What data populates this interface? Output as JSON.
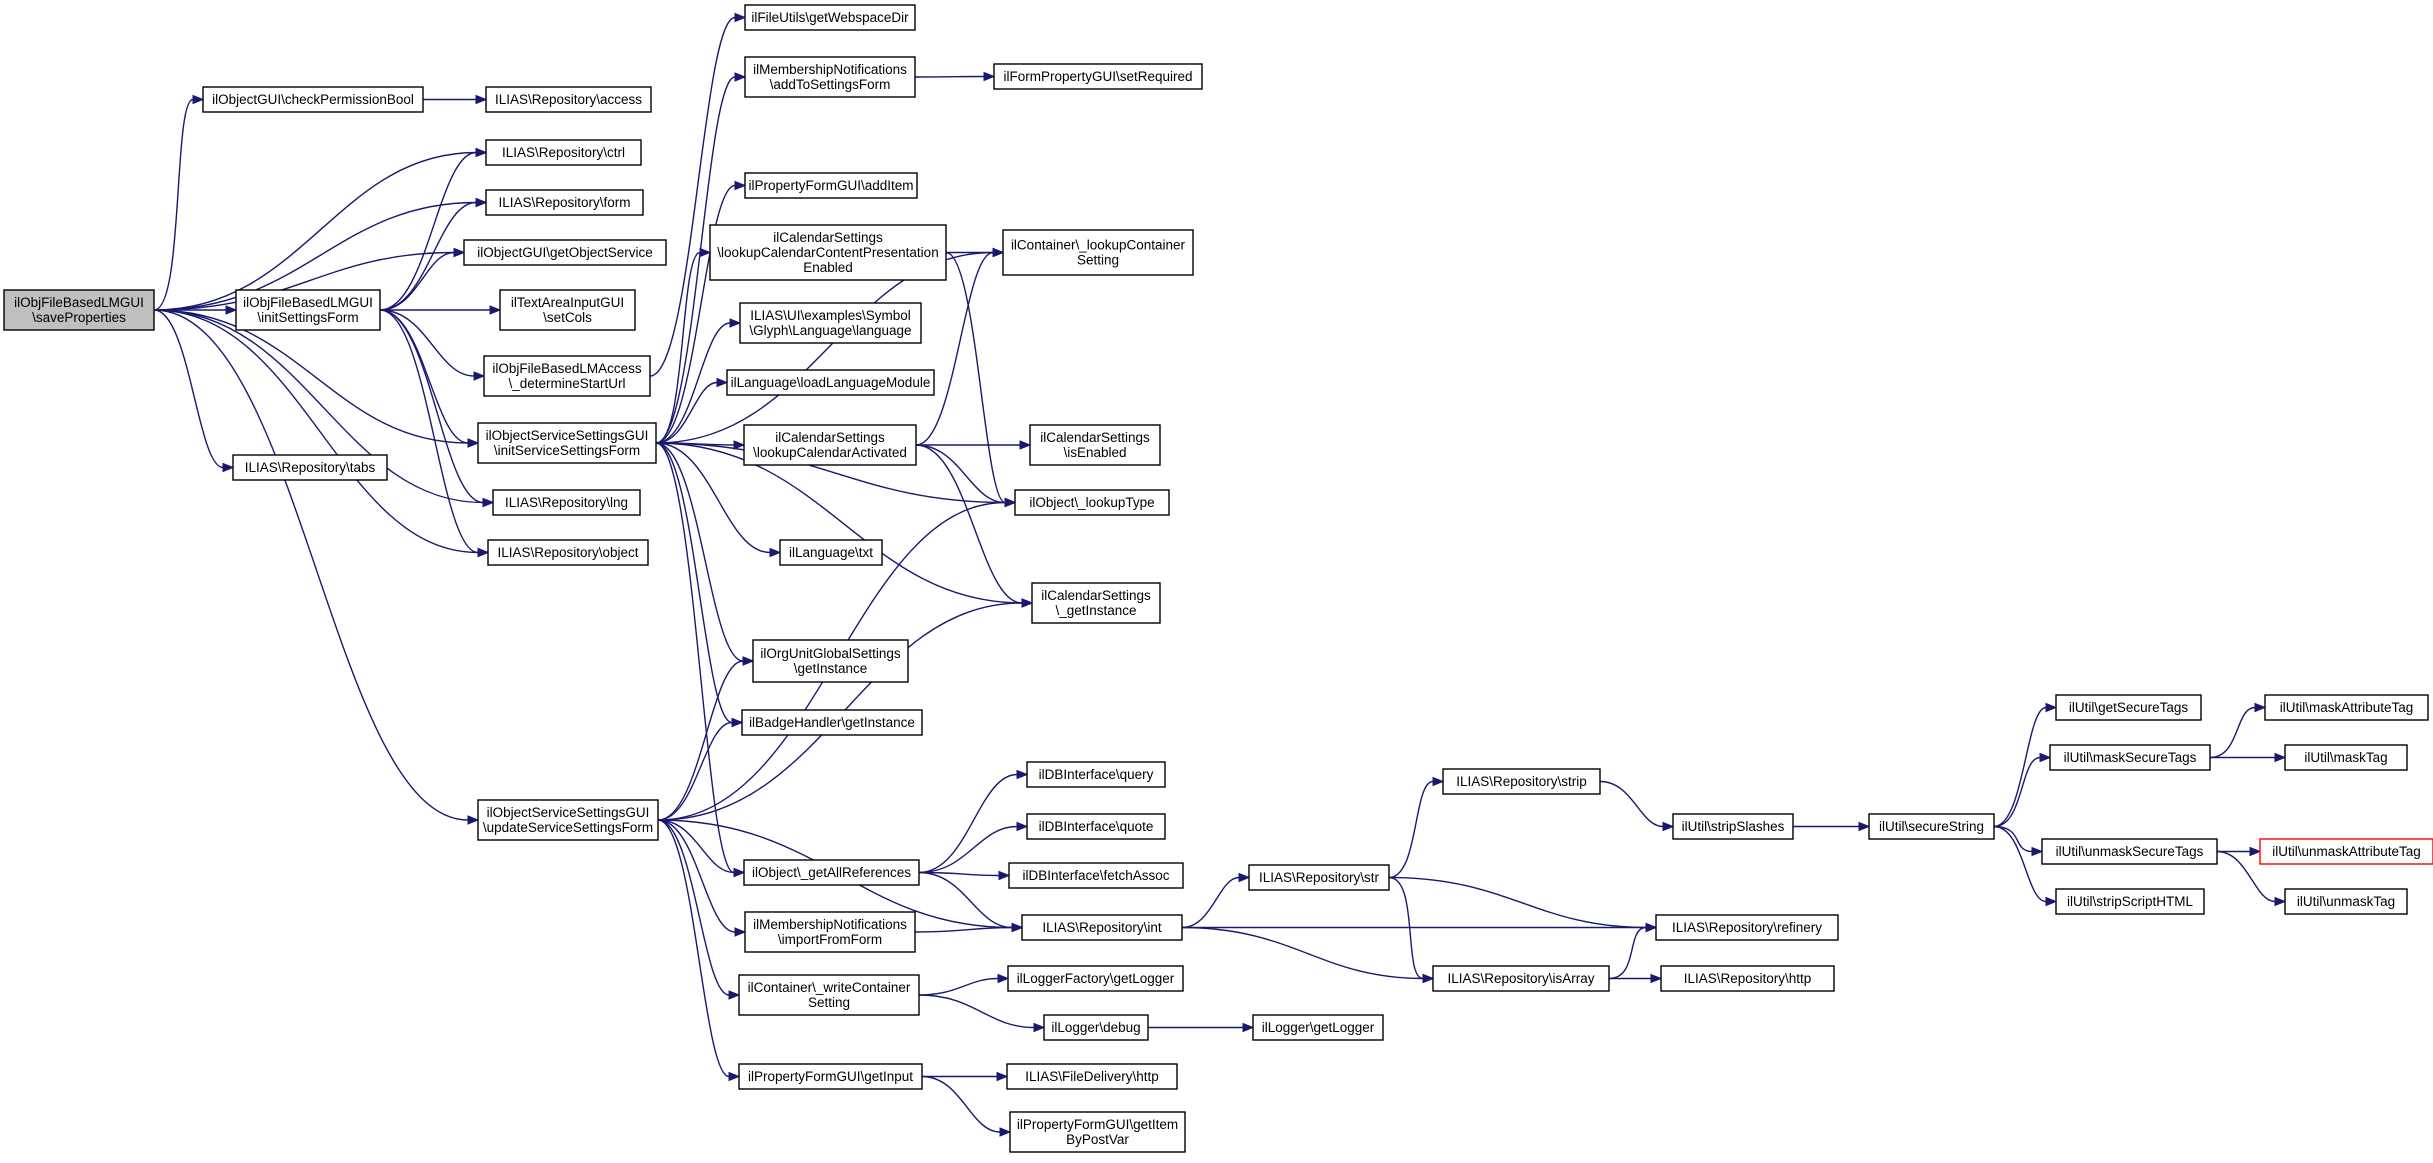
{
  "diagram": {
    "type": "call-graph",
    "colors": {
      "edge": "#191970",
      "root_fill": "#bfbfbf",
      "node_fill": "#ffffff",
      "node_border": "#000000",
      "truncated_border": "#ff0000"
    },
    "nodes": [
      {
        "id": "root",
        "lines": [
          "ilObjFileBasedLMGUI",
          "\\saveProperties"
        ],
        "style": "root"
      },
      {
        "id": "checkPerm",
        "lines": [
          "ilObjectGUI\\checkPermissionBool"
        ]
      },
      {
        "id": "repoAccess",
        "lines": [
          "ILIAS\\Repository\\access"
        ]
      },
      {
        "id": "repoCtrl",
        "lines": [
          "ILIAS\\Repository\\ctrl"
        ]
      },
      {
        "id": "repoForm",
        "lines": [
          "ILIAS\\Repository\\form"
        ]
      },
      {
        "id": "getObjSvc",
        "lines": [
          "ilObjectGUI\\getObjectService"
        ]
      },
      {
        "id": "initSettings",
        "lines": [
          "ilObjFileBasedLMGUI",
          "\\initSettingsForm"
        ]
      },
      {
        "id": "setCols",
        "lines": [
          "ilTextAreaInputGUI",
          "\\setCols"
        ]
      },
      {
        "id": "detStart",
        "lines": [
          "ilObjFileBasedLMAccess",
          "\\_determineStartUrl"
        ]
      },
      {
        "id": "repoTabs",
        "lines": [
          "ILIAS\\Repository\\tabs"
        ]
      },
      {
        "id": "initSvc",
        "lines": [
          "ilObjectServiceSettingsGUI",
          "\\initServiceSettingsForm"
        ]
      },
      {
        "id": "repoLng",
        "lines": [
          "ILIAS\\Repository\\lng"
        ]
      },
      {
        "id": "repoObject",
        "lines": [
          "ILIAS\\Repository\\object"
        ]
      },
      {
        "id": "updSvc",
        "lines": [
          "ilObjectServiceSettingsGUI",
          "\\updateServiceSettingsForm"
        ]
      },
      {
        "id": "getWebDir",
        "lines": [
          "ilFileUtils\\getWebspaceDir"
        ]
      },
      {
        "id": "memAdd",
        "lines": [
          "ilMembershipNotifications",
          "\\addToSettingsForm"
        ]
      },
      {
        "id": "setReq",
        "lines": [
          "ilFormPropertyGUI\\setRequired"
        ]
      },
      {
        "id": "addItem",
        "lines": [
          "ilPropertyFormGUI\\addItem"
        ]
      },
      {
        "id": "calLookupCont",
        "lines": [
          "ilCalendarSettings",
          "\\lookupCalendarContentPresentation",
          "Enabled"
        ]
      },
      {
        "id": "contLookup",
        "lines": [
          "ilContainer\\_lookupContainer",
          "Setting"
        ]
      },
      {
        "id": "glyphLang",
        "lines": [
          "ILIAS\\UI\\examples\\Symbol",
          "\\Glyph\\Language\\language"
        ]
      },
      {
        "id": "loadLang",
        "lines": [
          "ilLanguage\\loadLanguageModule"
        ]
      },
      {
        "id": "calLookupAct",
        "lines": [
          "ilCalendarSettings",
          "\\lookupCalendarActivated"
        ]
      },
      {
        "id": "calEnabled",
        "lines": [
          "ilCalendarSettings",
          "\\isEnabled"
        ]
      },
      {
        "id": "lookupType",
        "lines": [
          "ilObject\\_lookupType"
        ]
      },
      {
        "id": "langTxt",
        "lines": [
          "ilLanguage\\txt"
        ]
      },
      {
        "id": "calGetInst",
        "lines": [
          "ilCalendarSettings",
          "\\_getInstance"
        ]
      },
      {
        "id": "orgUnit",
        "lines": [
          "ilOrgUnitGlobalSettings",
          "\\getInstance"
        ]
      },
      {
        "id": "badge",
        "lines": [
          "ilBadgeHandler\\getInstance"
        ]
      },
      {
        "id": "dbQuery",
        "lines": [
          "ilDBInterface\\query"
        ]
      },
      {
        "id": "dbQuote",
        "lines": [
          "ilDBInterface\\quote"
        ]
      },
      {
        "id": "dbFetch",
        "lines": [
          "ilDBInterface\\fetchAssoc"
        ]
      },
      {
        "id": "getAllRefs",
        "lines": [
          "ilObject\\_getAllReferences"
        ]
      },
      {
        "id": "memImport",
        "lines": [
          "ilMembershipNotifications",
          "\\importFromForm"
        ]
      },
      {
        "id": "repoInt",
        "lines": [
          "ILIAS\\Repository\\int"
        ]
      },
      {
        "id": "contWrite",
        "lines": [
          "ilContainer\\_writeContainer",
          "Setting"
        ]
      },
      {
        "id": "logFactory",
        "lines": [
          "ilLoggerFactory\\getLogger"
        ]
      },
      {
        "id": "logDebug",
        "lines": [
          "ilLogger\\debug"
        ]
      },
      {
        "id": "logGet",
        "lines": [
          "ilLogger\\getLogger"
        ]
      },
      {
        "id": "propGetInput",
        "lines": [
          "ilPropertyFormGUI\\getInput"
        ]
      },
      {
        "id": "fileHttp",
        "lines": [
          "ILIAS\\FileDelivery\\http"
        ]
      },
      {
        "id": "propGetItem",
        "lines": [
          "ilPropertyFormGUI\\getItem",
          "ByPostVar"
        ]
      },
      {
        "id": "repoStr",
        "lines": [
          "ILIAS\\Repository\\str"
        ]
      },
      {
        "id": "repoStrip",
        "lines": [
          "ILIAS\\Repository\\strip"
        ]
      },
      {
        "id": "repoIsArray",
        "lines": [
          "ILIAS\\Repository\\isArray"
        ]
      },
      {
        "id": "stripSlashes",
        "lines": [
          "ilUtil\\stripSlashes"
        ]
      },
      {
        "id": "repoRefinery",
        "lines": [
          "ILIAS\\Repository\\refinery"
        ]
      },
      {
        "id": "repoHttp",
        "lines": [
          "ILIAS\\Repository\\http"
        ]
      },
      {
        "id": "secureString",
        "lines": [
          "ilUtil\\secureString"
        ]
      },
      {
        "id": "getSecTags",
        "lines": [
          "ilUtil\\getSecureTags"
        ]
      },
      {
        "id": "maskSecTags",
        "lines": [
          "ilUtil\\maskSecureTags"
        ]
      },
      {
        "id": "unmaskSecTags",
        "lines": [
          "ilUtil\\unmaskSecureTags"
        ]
      },
      {
        "id": "stripScript",
        "lines": [
          "ilUtil\\stripScriptHTML"
        ]
      },
      {
        "id": "maskAttr",
        "lines": [
          "ilUtil\\maskAttributeTag"
        ]
      },
      {
        "id": "maskTag",
        "lines": [
          "ilUtil\\maskTag"
        ]
      },
      {
        "id": "unmaskAttr",
        "lines": [
          "ilUtil\\unmaskAttributeTag"
        ],
        "style": "red"
      },
      {
        "id": "unmaskTag",
        "lines": [
          "ilUtil\\unmaskTag"
        ]
      }
    ],
    "edges": [
      [
        "root",
        "checkPerm"
      ],
      [
        "root",
        "repoCtrl"
      ],
      [
        "root",
        "repoForm"
      ],
      [
        "root",
        "getObjSvc"
      ],
      [
        "root",
        "initSettings"
      ],
      [
        "root",
        "repoTabs"
      ],
      [
        "root",
        "initSvc"
      ],
      [
        "root",
        "repoLng"
      ],
      [
        "root",
        "repoObject"
      ],
      [
        "root",
        "updSvc"
      ],
      [
        "checkPerm",
        "repoAccess"
      ],
      [
        "initSettings",
        "repoCtrl"
      ],
      [
        "initSettings",
        "repoForm"
      ],
      [
        "initSettings",
        "getObjSvc"
      ],
      [
        "initSettings",
        "setCols"
      ],
      [
        "initSettings",
        "detStart"
      ],
      [
        "initSettings",
        "initSvc"
      ],
      [
        "initSettings",
        "repoLng"
      ],
      [
        "initSettings",
        "repoObject"
      ],
      [
        "detStart",
        "getWebDir"
      ],
      [
        "initSvc",
        "memAdd"
      ],
      [
        "initSvc",
        "contLookup"
      ],
      [
        "initSvc",
        "addItem"
      ],
      [
        "initSvc",
        "calLookupCont"
      ],
      [
        "initSvc",
        "glyphLang"
      ],
      [
        "initSvc",
        "loadLang"
      ],
      [
        "initSvc",
        "calLookupAct"
      ],
      [
        "initSvc",
        "lookupType"
      ],
      [
        "initSvc",
        "langTxt"
      ],
      [
        "initSvc",
        "calGetInst"
      ],
      [
        "initSvc",
        "orgUnit"
      ],
      [
        "initSvc",
        "badge"
      ],
      [
        "initSvc",
        "getAllRefs"
      ],
      [
        "memAdd",
        "setReq"
      ],
      [
        "calLookupCont",
        "contLookup"
      ],
      [
        "calLookupCont",
        "lookupType"
      ],
      [
        "calLookupAct",
        "contLookup"
      ],
      [
        "calLookupAct",
        "calEnabled"
      ],
      [
        "calLookupAct",
        "lookupType"
      ],
      [
        "calLookupAct",
        "calGetInst"
      ],
      [
        "updSvc",
        "orgUnit"
      ],
      [
        "updSvc",
        "badge"
      ],
      [
        "updSvc",
        "lookupType"
      ],
      [
        "updSvc",
        "calGetInst"
      ],
      [
        "updSvc",
        "getAllRefs"
      ],
      [
        "updSvc",
        "memImport"
      ],
      [
        "updSvc",
        "repoInt"
      ],
      [
        "updSvc",
        "contWrite"
      ],
      [
        "updSvc",
        "propGetInput"
      ],
      [
        "getAllRefs",
        "dbQuery"
      ],
      [
        "getAllRefs",
        "dbQuote"
      ],
      [
        "getAllRefs",
        "dbFetch"
      ],
      [
        "getAllRefs",
        "repoInt"
      ],
      [
        "memImport",
        "repoInt"
      ],
      [
        "repoInt",
        "repoStr"
      ],
      [
        "repoInt",
        "repoRefinery"
      ],
      [
        "repoInt",
        "repoIsArray"
      ],
      [
        "contWrite",
        "logFactory"
      ],
      [
        "contWrite",
        "logDebug"
      ],
      [
        "logDebug",
        "logGet"
      ],
      [
        "propGetInput",
        "fileHttp"
      ],
      [
        "propGetInput",
        "propGetItem"
      ],
      [
        "repoStr",
        "repoStrip"
      ],
      [
        "repoStr",
        "repoRefinery"
      ],
      [
        "repoStr",
        "repoIsArray"
      ],
      [
        "repoStrip",
        "stripSlashes"
      ],
      [
        "repoIsArray",
        "repoRefinery"
      ],
      [
        "repoIsArray",
        "repoHttp"
      ],
      [
        "stripSlashes",
        "secureString"
      ],
      [
        "secureString",
        "getSecTags"
      ],
      [
        "secureString",
        "maskSecTags"
      ],
      [
        "secureString",
        "unmaskSecTags"
      ],
      [
        "secureString",
        "stripScript"
      ],
      [
        "maskSecTags",
        "maskAttr"
      ],
      [
        "maskSecTags",
        "maskTag"
      ],
      [
        "unmaskSecTags",
        "unmaskAttr"
      ],
      [
        "unmaskSecTags",
        "unmaskTag"
      ]
    ]
  }
}
